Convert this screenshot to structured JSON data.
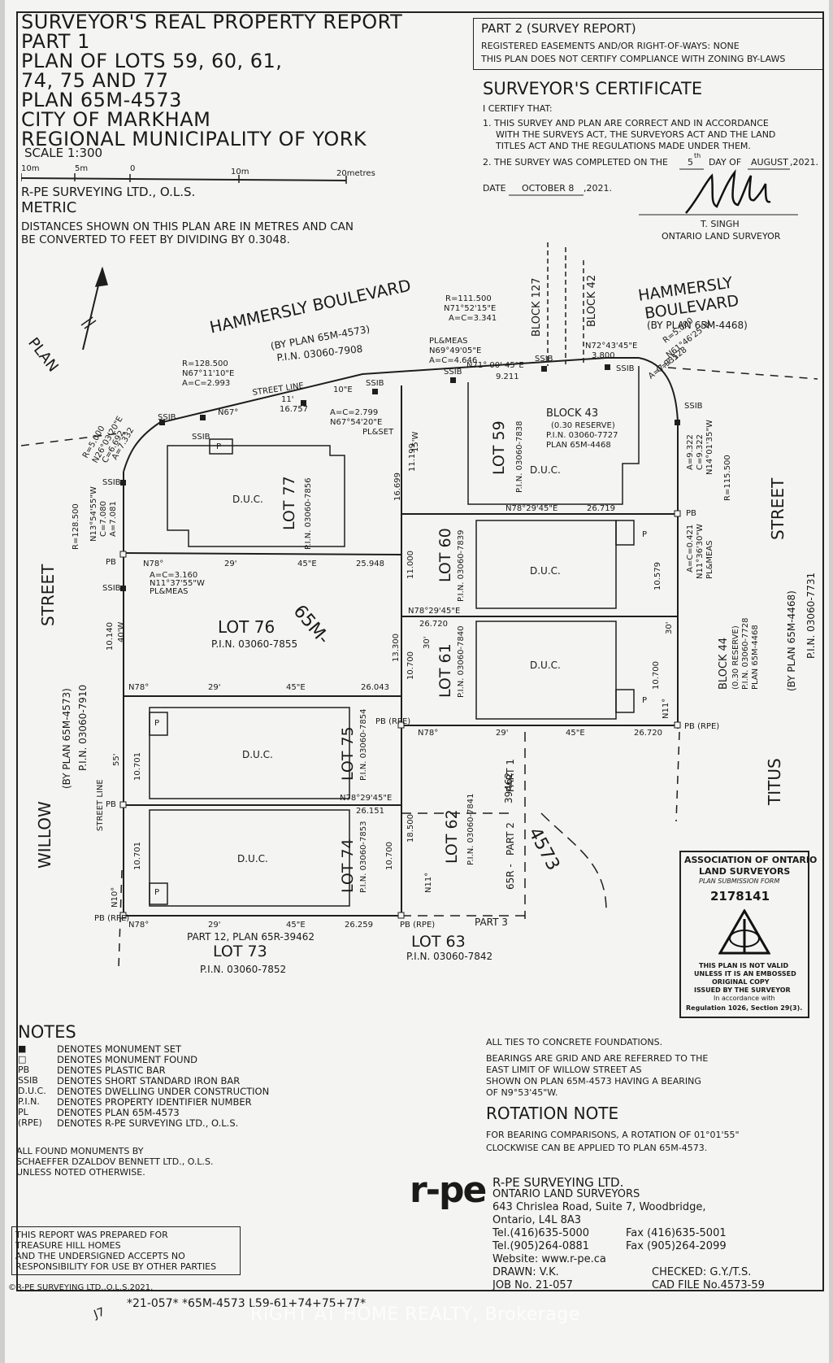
{
  "title": {
    "l1": "SURVEYOR'S REAL PROPERTY REPORT",
    "l2": "PART 1",
    "l3": "PLAN OF LOTS 59, 60, 61,",
    "l4": "74, 75 AND 77",
    "l5": "PLAN 65M-4573",
    "l6": "CITY OF MARKHAM",
    "l7": "REGIONAL MUNICIPALITY OF YORK",
    "scale": "SCALE  1:300",
    "bar_10m": "10m",
    "bar_5m": "5m",
    "bar_0": "0",
    "bar_10m_b": "10m",
    "bar_20": "20metres",
    "firm": "R-PE SURVEYING LTD., O.L.S.",
    "metric": "METRIC",
    "dist1": "DISTANCES SHOWN ON THIS PLAN ARE IN METRES AND CAN",
    "dist2": "BE CONVERTED TO FEET BY DIVIDING BY 0.3048."
  },
  "part2": {
    "heading": "PART 2 (SURVEY REPORT)",
    "l1": "REGISTERED EASEMENTS AND/OR RIGHT-OF-WAYS:  NONE",
    "l2": "THIS PLAN DOES NOT CERTIFY COMPLIANCE WITH ZONING BY-LAWS"
  },
  "certificate": {
    "heading": "SURVEYOR'S CERTIFICATE",
    "certify": "I CERTIFY THAT:",
    "c1a": "1. THIS SURVEY AND PLAN ARE CORRECT AND IN ACCORDANCE",
    "c1b": "WITH THE SURVEYS ACT, THE SURVEYORS ACT AND THE LAND",
    "c1c": "TITLES ACT AND THE REGULATIONS MADE UNDER THEM.",
    "c2a": "2. THE SURVEY WAS COMPLETED ON THE",
    "c2day": "5",
    "c2sup": "th",
    "c2b": "DAY OF",
    "c2month": "AUGUST",
    "c2year": ",2021.",
    "date_label": "DATE",
    "date_value": "OCTOBER 8",
    "date_year": ",2021.",
    "name": "T. SINGH",
    "role": "ONTARIO LAND SURVEYOR"
  },
  "plan": {
    "plan_label": "PLAN",
    "hammersly1": "HAMMERSLY BOULEVARD",
    "hammersly1_sub": "(BY PLAN 65M-4573)",
    "hammersly1_pin": "P.I.N. 03060-7908",
    "hammersly2a": "HAMMERSLY",
    "hammersly2b": "BOULEVARD",
    "hammersly2_sub": "(BY PLAN 65M-4468)",
    "willow": "WILLOW",
    "street_left": "STREET",
    "willow_sub": "(BY PLAN 65M-4573)",
    "willow_pin": "P.I.N. 03060-7910",
    "titus": "TITUS",
    "street_right": "STREET",
    "titus_sub": "(BY PLAN 65M-4468)",
    "titus_pin": "P.I.N. 03060-7731",
    "lot77": "LOT 77",
    "lot77_pin": "P.I.N. 03060-7856",
    "lot76": "LOT  76",
    "lot76_pin": "P.I.N. 03060-7855",
    "lot75": "LOT 75",
    "lot75_pin": "P.I.N. 03060-7854",
    "lot74": "LOT 74",
    "lot74_pin": "P.I.N. 03060-7853",
    "lot73": "LOT  73",
    "lot73_pin": "P.I.N. 03060-7852",
    "lot73_part": "PART 12, PLAN 65R-39462",
    "lot59": "LOT 59",
    "lot59_pin": "P.I.N. 03060-7838",
    "lot60": "LOT 60",
    "lot60_pin": "P.I.N. 03060-7839",
    "lot61": "LOT 61",
    "lot61_pin": "P.I.N. 03060-7840",
    "lot62": "LOT  62",
    "lot62_pin": "P.I.N. 03060-7841",
    "lot63": "LOT  63",
    "lot63_pin": "P.I.N. 03060-7842",
    "part1": "PART 1",
    "part2": "PART 2",
    "part3": "PART 3",
    "p65r": "65R -",
    "p39462": "39462",
    "block43": "BLOCK 43",
    "block43_res": "(0.30 RESERVE)",
    "block43_pin": "P.I.N. 03060-7727",
    "block43_plan": "PLAN 65M-4468",
    "block44": "BLOCK 44",
    "block44_res": "(0.30 RESERVE)",
    "block44_pin": "P.I.N. 03060-7728",
    "block44_plan": "PLAN 65M-4468",
    "block127": "BLOCK 127",
    "block42": "BLOCK 42",
    "duc": "D.U.C.",
    "plan65m": "65M-",
    "plan4573": "4573",
    "arc1": "R=128.500",
    "arc1b": "N67°11'10\"E",
    "arc1c": "A=C=2.993",
    "arc2": "R=111.500",
    "arc2b": "N71°52'15\"E",
    "arc2c": "A=C=3.341",
    "arc3": "PL&MEAS",
    "arc3b": "N69°49'05\"E",
    "arc3c": "A=C=4.646",
    "arc4": "A=C=2.799",
    "arc4b": "N67°54'20\"E",
    "arc4c": "PL&SET",
    "arc5": "R=5.000",
    "arc5b": "N26°03'20\"E",
    "arc5c": "C=6.692",
    "arc5d": "A=7.332",
    "arc6": "R=5.000",
    "arc6b": "N61°46'25\"W",
    "arc6c": "C=7.128",
    "arc6d": "A=7.935",
    "arc7": "A=C=3.160",
    "arc7b": "N11°37'55\"W",
    "arc7c": "PL&MEAS",
    "arc8": "R=128.500",
    "arc8b": "N13°54'55\"W",
    "arc8c": "C=7.080",
    "arc8d": "A=7.081",
    "arc9": "A=9.322",
    "arc9b": "C=9.322",
    "arc9c": "N14°01'35\"W",
    "arc9d": "R=115.500",
    "arc10": "A=C=0.421",
    "arc10b": "N11°36'30\"W",
    "arc10c": "PL&MEAS",
    "b1": "N78°",
    "b1a": "29'",
    "b1b": "45\"E",
    "b1c": "25.948",
    "b2": "N78°",
    "b2a": "29'",
    "b2b": "45\"E",
    "b2c": "26.043",
    "b3": "N78°29'45\"E",
    "b3c": "26.151",
    "b4": "N78°",
    "b4a": "29'",
    "b4b": "45\"E",
    "b4c": "26.259",
    "b5": "N78°29'45\"E",
    "b5c": "26.719",
    "b6": "N78°29'45\"E",
    "b6c": "26.720",
    "b7": "N78°",
    "b7a": "29'",
    "b7b": "45\"E",
    "b7c": "26.720",
    "b8": "N71° 00' 45\"E",
    "b8c": "9.211",
    "b9": "N72°43'45\"E",
    "b9c": "3.800",
    "b10": "N67°",
    "b10a": "11'",
    "b10b": "10\"E",
    "b10c": "16.757",
    "d1": "11.199",
    "d2": "16.699",
    "d3": "11.000",
    "d4": "13.300",
    "d5": "10.700",
    "d6": "10.140",
    "d7": "10.701",
    "d8": "10.701",
    "d9": "10.700",
    "d10": "18.500",
    "d11": "10.579",
    "d12": "10.700",
    "d13": "15'W",
    "d14": "40'W",
    "d15": "55'",
    "d16": "30'",
    "d17": "N11°",
    "d18": "N10°",
    "d19": "N11°",
    "d20": "30'",
    "pl_set": "PL&SET",
    "pl_meas": "PL&MEAS",
    "street_line": "STREET LINE",
    "ssib": "SSIB",
    "pb": "PB",
    "pb_rpe": "PB (RPE)",
    "p": "P"
  },
  "stamp": {
    "l1": "ASSOCIATION OF ONTARIO",
    "l2": "LAND SURVEYORS",
    "l3": "PLAN SUBMISSION FORM",
    "number": "2178141",
    "n1": "THIS PLAN IS NOT VALID",
    "n2": "UNLESS IT IS AN EMBOSSED",
    "n3": "ORIGINAL COPY",
    "n4": "ISSUED BY THE SURVEYOR",
    "n5": "In accordance with",
    "n6": "Regulation 1026, Section 29(3)."
  },
  "notes": {
    "heading": "NOTES",
    "rows": [
      {
        "k": "■",
        "v": "DENOTES MONUMENT SET"
      },
      {
        "k": "□",
        "v": "DENOTES MONUMENT FOUND"
      },
      {
        "k": "PB",
        "v": "DENOTES PLASTIC BAR"
      },
      {
        "k": "SSIB",
        "v": "DENOTES SHORT STANDARD IRON BAR"
      },
      {
        "k": "D.U.C.",
        "v": "DENOTES DWELLING UNDER CONSTRUCTION"
      },
      {
        "k": "P.I.N.",
        "v": "DENOTES PROPERTY IDENTIFIER NUMBER"
      },
      {
        "k": "PL",
        "v": "DENOTES PLAN 65M-4573"
      },
      {
        "k": "(RPE)",
        "v": "DENOTES R-PE SURVEYING LTD., O.L.S."
      }
    ],
    "found1": "ALL FOUND MONUMENTS BY",
    "found2": "SCHAEFFER DZALDOV BENNETT LTD., O.L.S.",
    "found3": "UNLESS NOTED OTHERWISE."
  },
  "bearings": {
    "ties": "ALL TIES TO CONCRETE FOUNDATIONS.",
    "b1": "BEARINGS ARE GRID AND ARE REFERRED TO THE",
    "b2": "EAST LIMIT OF WILLOW STREET AS",
    "b3": "SHOWN ON PLAN 65M-4573 HAVING A BEARING",
    "b4": "OF N9°53'45\"W.",
    "rot_heading": "ROTATION NOTE",
    "r1": "FOR BEARING COMPARISONS, A ROTATION OF 01°01'55\"",
    "r2": "CLOCKWISE CAN BE APPLIED TO PLAN 65M-4573."
  },
  "company": {
    "logo": "r-pe",
    "name": "R-PE SURVEYING LTD.",
    "sub": "ONTARIO LAND SURVEYORS",
    "addr1": "643 Chrislea Road, Suite 7, Woodbridge,",
    "addr2": "Ontario,  L4L 8A3",
    "tel1": "Tel.(416)635-5000",
    "fax1": "Fax (416)635-5001",
    "tel2": "Tel.(905)264-0881",
    "fax2": "Fax (905)264-2099",
    "web": "Website: www.r-pe.ca",
    "drawn": "DRAWN:  V.K.",
    "checked": "CHECKED: G.Y./T.S.",
    "job": "JOB No. 21-057",
    "cad": "CAD FILE No.4573-59"
  },
  "prepared": {
    "l1": "THIS REPORT WAS PREPARED FOR",
    "l2": "TREASURE HILL HOMES",
    "l3": "AND THE UNDERSIGNED ACCEPTS NO",
    "l4": "RESPONSIBILITY FOR USE BY OTHER PARTIES"
  },
  "copyright": "©R-PE SURVEYING LTD.,O.L.S.2021.",
  "footer_code": "*21-057* *65M-4573 L59-61+74+75+77*",
  "footer_mark": "J7",
  "watermark": "RIGHT AT HOME REALTY, Brokerage"
}
